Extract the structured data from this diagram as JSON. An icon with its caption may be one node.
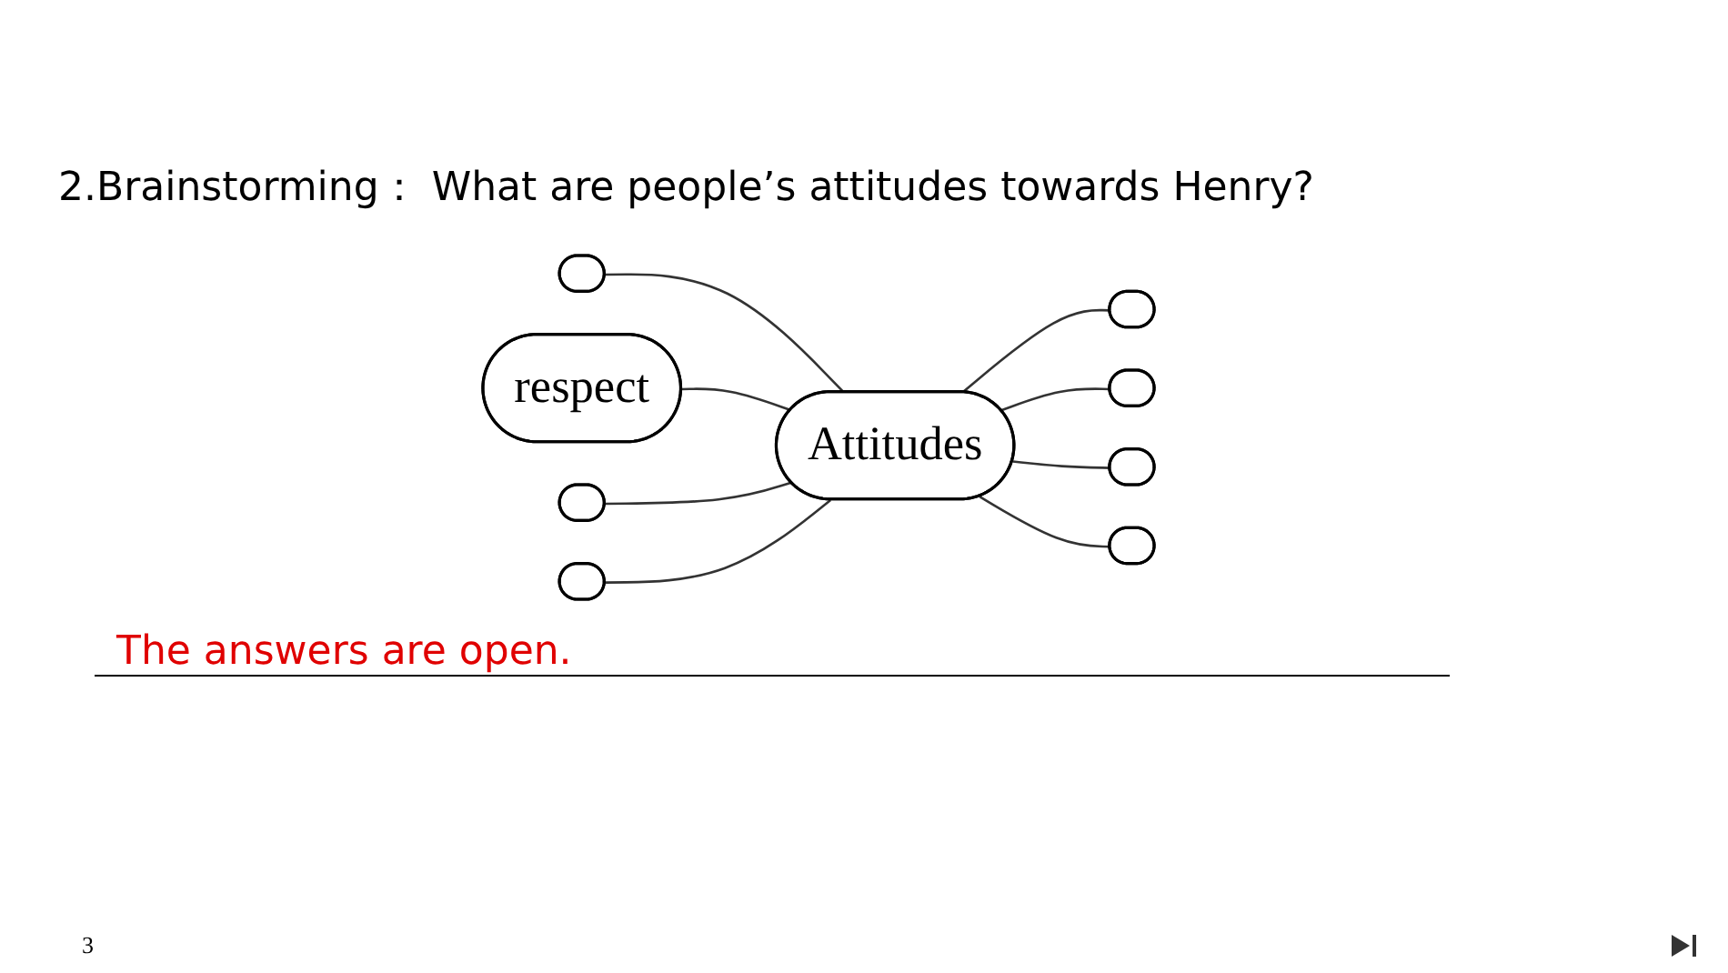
{
  "diagram": {
    "title": "2.Brainstorming： What are people’s attitudes towards Henry?",
    "nodes": [
      {
        "text": [],
        "shape": "ellipse"
      },
      {
        "text": [
          "respect"
        ]
      },
      {
        "text": [],
        "shape": "ellipse"
      },
      {
        "text": [],
        "shape": "ellipse"
      },
      {
        "text": [
          "Attitudes"
        ]
      },
      {
        "text": [],
        "shape": "ellipse"
      },
      {
        "text": [],
        "shape": "ellipse"
      },
      {
        "text": [],
        "shape": "ellipse"
      },
      {
        "text": [],
        "shape": "ellipse"
      }
    ],
    "edges": [
      {
        "from": 0,
        "to": 4,
        "arrow": "none"
      },
      {
        "from": 1,
        "to": 4,
        "arrow": "none"
      },
      {
        "from": 4,
        "to": 2,
        "arrow": "none"
      },
      {
        "from": 3,
        "to": 4,
        "arrow": "none"
      },
      {
        "from": 4,
        "to": 5,
        "arrow": "none"
      },
      {
        "from": 6,
        "to": 4,
        "arrow": "none"
      },
      {
        "from": 4,
        "to": 7,
        "arrow": "none"
      },
      {
        "from": 4,
        "to": 8,
        "arrow": "none"
      }
    ],
    "labels": [
      "The answers are open.",
      "3"
    ]
  }
}
